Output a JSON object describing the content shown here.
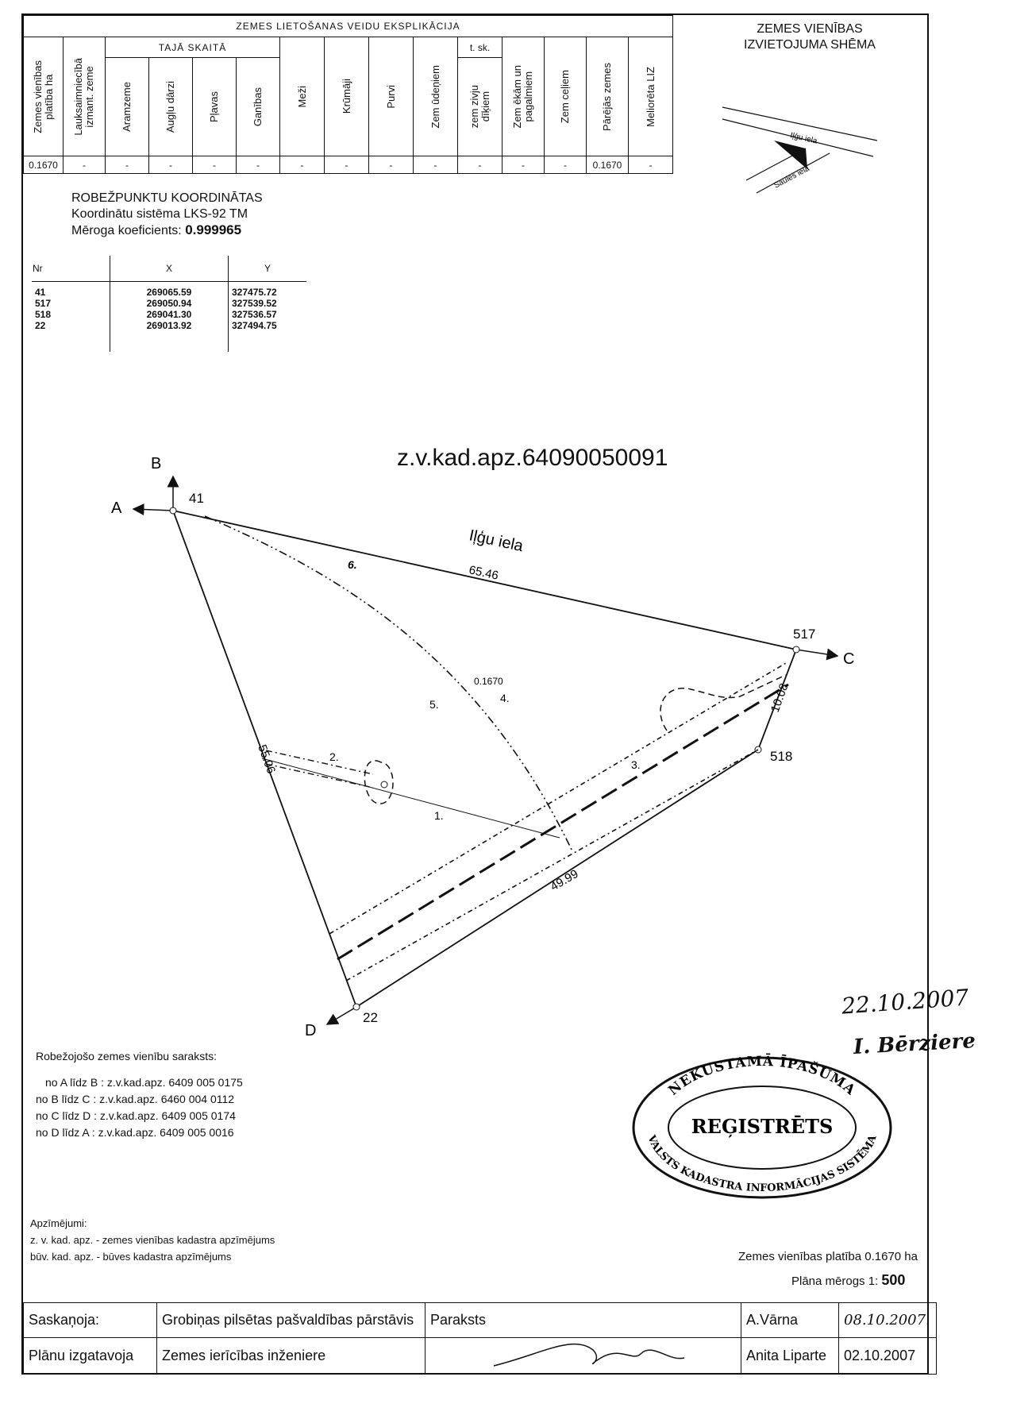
{
  "explication": {
    "title": "ZEMES LIETOŠANAS VEIDU EKSPLIKĀCIJA",
    "group_label": "TAJĀ SKAITĀ",
    "sub_group_label": "t. sk.",
    "columns": [
      "Zemes vienības\nplatība ha",
      "Lauksaimniecībā\nizmant. zeme",
      "Aramzeme",
      "Augļu dārzi",
      "Pļavas",
      "Ganības",
      "Meži",
      "Krūmāji",
      "Purvi",
      "Zem ūdeņiem",
      "zem zivju\ndīķiem",
      "Zem ēkām un\npagalmiem",
      "Zem ceļiem",
      "Pārējās zemes",
      "Meliorēta LIZ"
    ],
    "values": [
      "0.1670",
      "-",
      "-",
      "-",
      "-",
      "-",
      "-",
      "-",
      "-",
      "-",
      "-",
      "-",
      "-",
      "0.1670",
      "-"
    ]
  },
  "location_scheme": {
    "title_line1": "ZEMES VIENĪBAS",
    "title_line2": "IZVIETOJUMA SHĒMA",
    "street1": "Iļģu iela",
    "street2": "Saules iela"
  },
  "coordinates": {
    "title": "ROBEŽPUNKTU KOORDINĀTAS",
    "system": "Koordinātu sistēma LKS-92 TM",
    "scale_label": "Mēroga koeficients:",
    "scale_value": "0.999965",
    "headers": [
      "Nr",
      "X",
      "Y"
    ],
    "rows": [
      {
        "nr": "41",
        "x": "269065.59",
        "y": "327475.72"
      },
      {
        "nr": "517",
        "x": "269050.94",
        "y": "327539.52"
      },
      {
        "nr": "518",
        "x": "269041.30",
        "y": "327536.57"
      },
      {
        "nr": "22",
        "x": "269013.92",
        "y": "327494.75"
      }
    ]
  },
  "plan": {
    "cadastral_id": "z.v.kad.apz.64090050091",
    "street_label": "Iļģu iela",
    "area_label": "0.1670",
    "points": [
      "41",
      "517",
      "518",
      "22"
    ],
    "directions": [
      "A",
      "B",
      "C",
      "D"
    ],
    "lengths": [
      "65.46",
      "10.08",
      "49.99",
      "55.06"
    ],
    "zones": [
      "1.",
      "2.",
      "3.",
      "4.",
      "5.",
      "6."
    ]
  },
  "neighbours": {
    "title": "Robežojošo zemes vienību saraksts:",
    "items": [
      "no A līdz B : z.v.kad.apz. 6409 005 0175",
      "no B līdz C : z.v.kad.apz. 6460 004 0112",
      "no C līdz D : z.v.kad.apz. 6409 005 0174",
      "no D līdz A : z.v.kad.apz. 6409 005 0016"
    ]
  },
  "legend": {
    "title": "Apzīmējumi:",
    "items": [
      "z. v. kad. apz. - zemes vienības kadastra apzīmējums",
      "būv. kad. apz. - būves kadastra apzīmējums"
    ]
  },
  "area_line": "Zemes vienības platība 0.1670 ha",
  "scale_line_label": "Plāna mērogs 1:",
  "scale_line_value": "500",
  "handwritten": {
    "date": "22.10.2007",
    "name": "I. Bērziere"
  },
  "stamp": {
    "top_text": "NEKUSTAMĀ ĪPAŠUMA",
    "center_text": "REĢISTRĒTS",
    "bottom_text": "VALSTS KADASTRA INFORMĀCIJAS SISTĒMA"
  },
  "approval": {
    "row1_label": "Saskaņoja:",
    "row1_role": "Grobiņas pilsētas pašvaldības pārstāvis",
    "signature_label": "Paraksts",
    "row1_name": "A.Vārna",
    "row1_date": "08.10.2007.",
    "row2_label": "Plānu izgatavoja",
    "row2_role": "Zemes ierīcības inženiere",
    "row2_name": "Anita Liparte",
    "row2_date": "02.10.2007"
  }
}
